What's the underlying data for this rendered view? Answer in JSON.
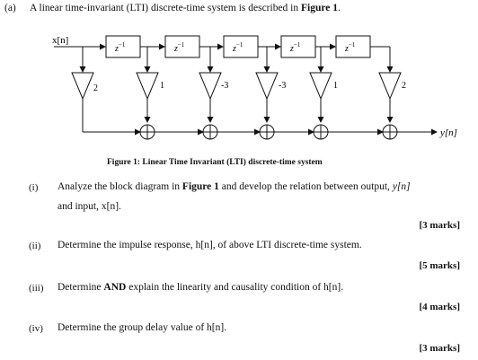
{
  "part_label": "(a)",
  "intro": {
    "prefix": "A linear time-invariant (LTI) discrete-time system is described in ",
    "figure_ref": "Figure 1",
    "suffix": "."
  },
  "diagram": {
    "input_label": "x[n]",
    "output_label": "y[n]",
    "delay_label": "z",
    "delay_exp": "−1",
    "coefficients": [
      "2",
      "1",
      "-3",
      "-3",
      "1",
      "2"
    ]
  },
  "caption": "Figure 1: Linear Time Invariant (LTI) discrete-time system",
  "questions": [
    {
      "num": "(i)",
      "text_a": "Analyze the block diagram in ",
      "bold": "Figure 1",
      "text_b": " and develop the relation between output, ",
      "ital": "y[n]",
      "line2": "and input, x[n].",
      "marks": "[3 marks]"
    },
    {
      "num": "(ii)",
      "text": "Determine the impulse response, h[n], of above LTI discrete-time system.",
      "marks": "[5 marks]"
    },
    {
      "num": "(iii)",
      "text_a": "Determine ",
      "bold": "AND",
      "text_b": " explain the linearity and causality condition of h[n].",
      "marks": "[4 marks]"
    },
    {
      "num": "(iv)",
      "text": "Determine the group delay value of h[n].",
      "marks": "[3 marks]"
    }
  ]
}
